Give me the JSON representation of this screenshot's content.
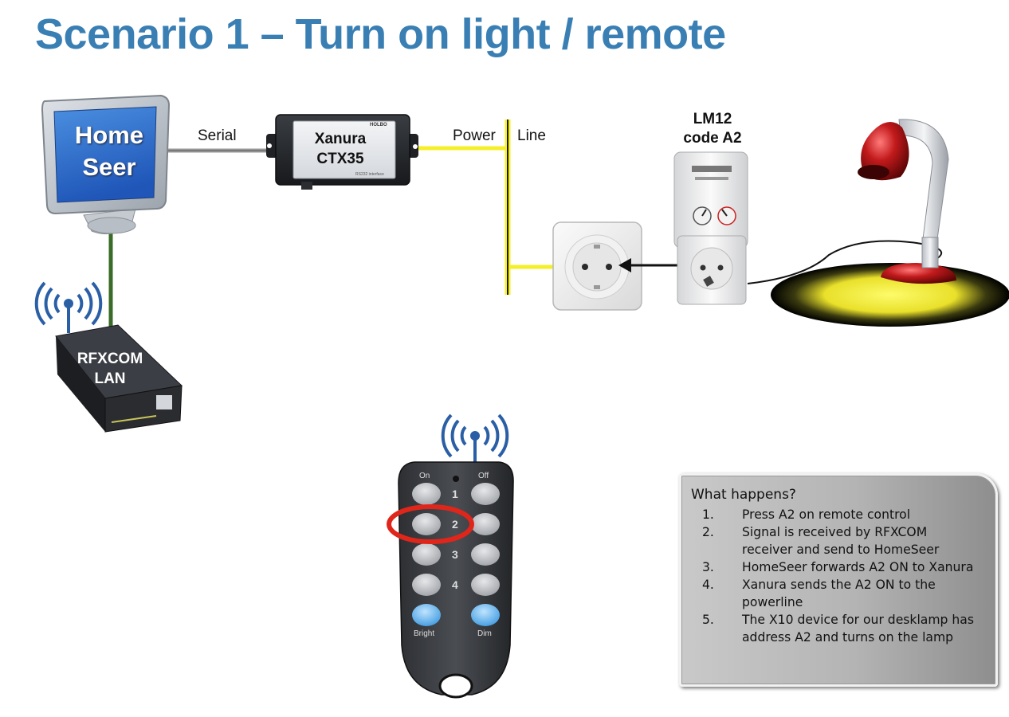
{
  "title": "Scenario 1 – Turn on light / remote",
  "monitor": {
    "line1": "Home",
    "line2": "Seer"
  },
  "serial_label": "Serial",
  "ctx": {
    "line1": "Xanura",
    "line2": "CTX35",
    "brand": "HOLBO",
    "sub": "RS232 interface"
  },
  "power_label": "Power",
  "line_label": "Line",
  "lm12": {
    "line1": "LM12",
    "line2": "code A2"
  },
  "rfxcom": {
    "line1": "RFXCOM",
    "line2": "LAN"
  },
  "remote": {
    "top_left": "On",
    "top_right": "Off",
    "numbers": [
      "1",
      "2",
      "3",
      "4"
    ],
    "bottom_left": "Bright",
    "bottom_right": "Dim"
  },
  "info": {
    "heading": "What happens?",
    "steps": [
      {
        "n": "1.",
        "text": "Press A2 on remote control"
      },
      {
        "n": "2.",
        "text": "Signal is received by RFXCOM receiver and send to HomeSeer"
      },
      {
        "n": "3.",
        "text": "HomeSeer forwards A2 ON to Xanura"
      },
      {
        "n": "4.",
        "text": "Xanura sends the A2 ON to the powerline"
      },
      {
        "n": "5.",
        "text": "The X10 device for our desklamp has address A2 and turns on the lamp"
      }
    ]
  },
  "colors": {
    "title": "#3a7fb4",
    "power_line": "#f5ef2a",
    "network_cable": "#3b6b28",
    "highlight_circle": "#e0261b",
    "lamp_shade": "#b3191b"
  }
}
